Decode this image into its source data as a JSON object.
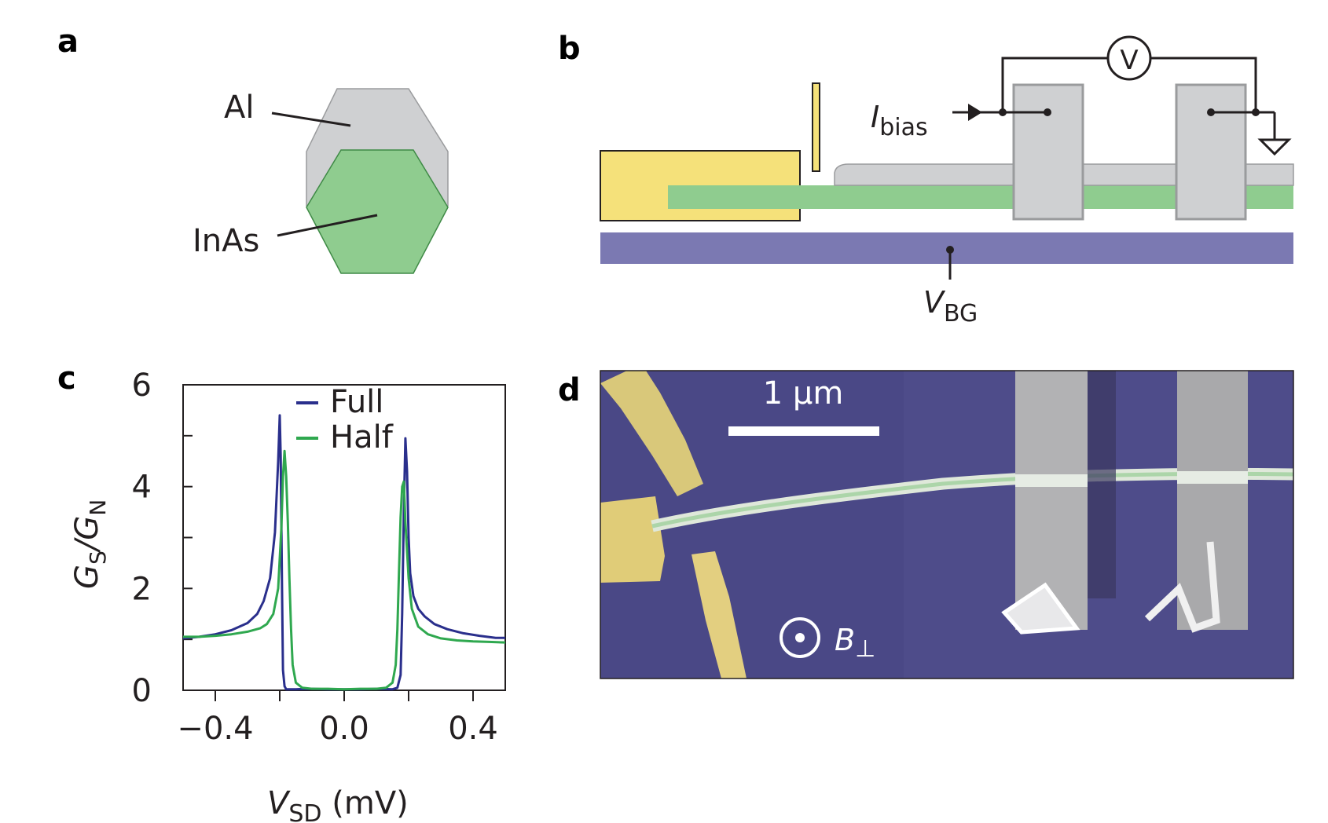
{
  "panel_a": {
    "letter": "a",
    "label_al": "Al",
    "label_inas": "InAs"
  },
  "panel_b": {
    "letter": "b",
    "ibias": {
      "main": "I",
      "sub": "bias"
    },
    "vbg": {
      "main": "V",
      "sub": "BG"
    },
    "voltmeter": "V"
  },
  "panel_c": {
    "letter": "c"
  },
  "panel_d": {
    "letter": "d",
    "scale_bar": "1 µm",
    "field": {
      "main": "B",
      "sub": "⊥"
    }
  },
  "colors": {
    "al": "#cfd0d2",
    "inas": "#8fcc8f",
    "gold": "#f5e17a",
    "backgate": "#7b79b2",
    "sem_bg": "#4a4886",
    "full": "#2a2f8c",
    "half": "#2fa84f"
  },
  "chart_data": {
    "type": "line",
    "xlabel": {
      "main": "V",
      "sub": "SD",
      "unit": " (mV)"
    },
    "ylabel": {
      "main": "G",
      "sub1": "S",
      "sep": "/G",
      "sub2": "N"
    },
    "xlim": [
      -0.5,
      0.5
    ],
    "ylim": [
      0,
      6
    ],
    "xticks": [
      -0.4,
      -0.2,
      0.0,
      0.2,
      0.4
    ],
    "xtick_labels": [
      "−0.4",
      "",
      "0.0",
      "",
      "0.4"
    ],
    "yticks": [
      0,
      1,
      2,
      3,
      4,
      5,
      6
    ],
    "ytick_labels": [
      "0",
      "",
      "2",
      "",
      "4",
      "",
      "6"
    ],
    "legend_position": "top-center",
    "series": [
      {
        "name": "Full",
        "color": "#2a2f8c",
        "x": [
          -0.5,
          -0.45,
          -0.4,
          -0.35,
          -0.3,
          -0.27,
          -0.25,
          -0.23,
          -0.215,
          -0.205,
          -0.2,
          -0.197,
          -0.193,
          -0.19,
          -0.185,
          -0.18,
          -0.17,
          -0.15,
          -0.1,
          -0.05,
          0.0,
          0.05,
          0.1,
          0.15,
          0.165,
          0.175,
          0.18,
          0.185,
          0.19,
          0.195,
          0.2,
          0.205,
          0.215,
          0.23,
          0.25,
          0.28,
          0.32,
          0.37,
          0.42,
          0.47,
          0.5
        ],
        "y": [
          1.02,
          1.05,
          1.1,
          1.18,
          1.32,
          1.5,
          1.75,
          2.2,
          3.1,
          4.5,
          5.4,
          4.6,
          2.0,
          0.4,
          0.08,
          0.02,
          0.02,
          0.02,
          0.03,
          0.02,
          0.02,
          0.02,
          0.03,
          0.02,
          0.05,
          0.3,
          1.5,
          3.5,
          4.95,
          4.3,
          3.0,
          2.3,
          1.85,
          1.6,
          1.45,
          1.3,
          1.2,
          1.12,
          1.07,
          1.03,
          1.03
        ]
      },
      {
        "name": "Half",
        "color": "#2fa84f",
        "x": [
          -0.5,
          -0.45,
          -0.4,
          -0.35,
          -0.3,
          -0.26,
          -0.24,
          -0.22,
          -0.205,
          -0.195,
          -0.19,
          -0.185,
          -0.18,
          -0.175,
          -0.17,
          -0.165,
          -0.16,
          -0.15,
          -0.13,
          -0.1,
          -0.05,
          0.0,
          0.05,
          0.1,
          0.13,
          0.15,
          0.16,
          0.165,
          0.17,
          0.175,
          0.18,
          0.185,
          0.19,
          0.2,
          0.21,
          0.23,
          0.26,
          0.3,
          0.35,
          0.4,
          0.45,
          0.5
        ],
        "y": [
          1.05,
          1.05,
          1.07,
          1.1,
          1.15,
          1.22,
          1.3,
          1.5,
          2.0,
          3.2,
          4.2,
          4.7,
          4.2,
          3.3,
          2.2,
          1.2,
          0.5,
          0.15,
          0.05,
          0.03,
          0.03,
          0.02,
          0.03,
          0.03,
          0.05,
          0.15,
          0.5,
          1.2,
          2.3,
          3.4,
          4.0,
          4.1,
          3.3,
          2.2,
          1.6,
          1.25,
          1.1,
          1.02,
          0.98,
          0.96,
          0.95,
          0.94
        ]
      }
    ]
  }
}
